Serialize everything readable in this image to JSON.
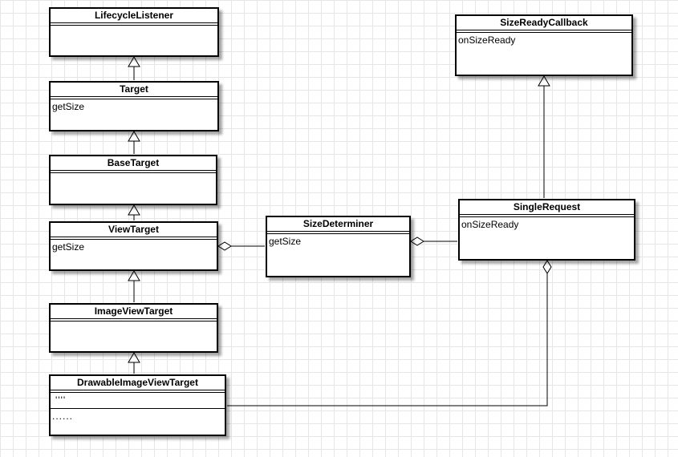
{
  "classes": {
    "lifecycle_listener": {
      "name": "LifecycleListener"
    },
    "target": {
      "name": "Target",
      "members": [
        "getSize"
      ]
    },
    "base_target": {
      "name": "BaseTarget"
    },
    "view_target": {
      "name": "ViewTarget",
      "members": [
        "getSize"
      ]
    },
    "image_view_target": {
      "name": "ImageViewTarget"
    },
    "drawable_image_view_target": {
      "name": "DrawableImageViewTarget",
      "attributes": [
        "''''"
      ],
      "operations": [
        "......"
      ]
    },
    "size_determiner": {
      "name": "SizeDeterminer",
      "members": [
        "getSize"
      ]
    },
    "size_ready_callback": {
      "name": "SizeReadyCallback",
      "members": [
        "onSizeReady"
      ]
    },
    "single_request": {
      "name": "SingleRequest",
      "members": [
        "onSizeReady"
      ]
    }
  },
  "relationships": [
    {
      "from": "Target",
      "to": "LifecycleListener",
      "kind": "generalization"
    },
    {
      "from": "BaseTarget",
      "to": "Target",
      "kind": "generalization"
    },
    {
      "from": "ViewTarget",
      "to": "BaseTarget",
      "kind": "generalization"
    },
    {
      "from": "ImageViewTarget",
      "to": "ViewTarget",
      "kind": "generalization"
    },
    {
      "from": "DrawableImageViewTarget",
      "to": "ImageViewTarget",
      "kind": "generalization"
    },
    {
      "from": "SingleRequest",
      "to": "SizeReadyCallback",
      "kind": "generalization"
    },
    {
      "whole": "ViewTarget",
      "part": "SizeDeterminer",
      "kind": "aggregation"
    },
    {
      "whole": "SizeDeterminer",
      "part": "SingleRequest",
      "kind": "aggregation"
    },
    {
      "whole": "SingleRequest",
      "part": "DrawableImageViewTarget",
      "kind": "aggregation"
    }
  ]
}
